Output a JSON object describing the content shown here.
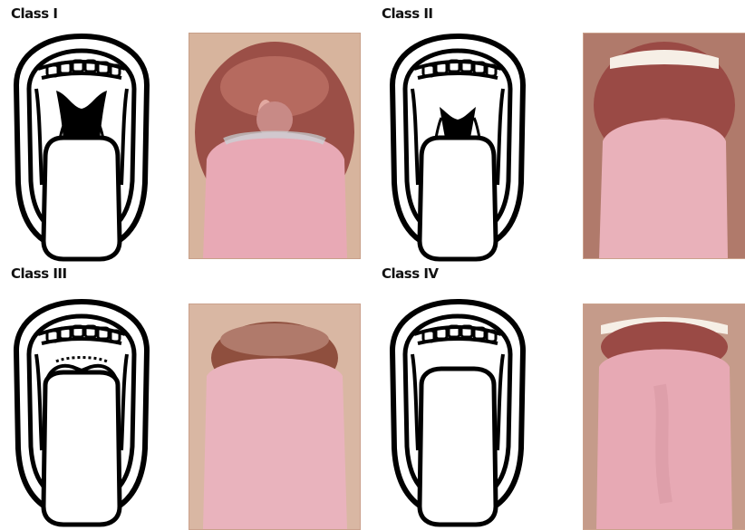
{
  "panels": [
    {
      "label": "Class I",
      "tongue_photo_tint": "#e8a9b5"
    },
    {
      "label": "Class II",
      "tongue_photo_tint": "#e9b1ba"
    },
    {
      "label": "Class III",
      "tongue_photo_tint": "#e9b3bd"
    },
    {
      "label": "Class IV",
      "tongue_photo_tint": "#e7a9b4"
    }
  ],
  "colors": {
    "outline": "#000000",
    "mouth_dark": "#7a4640",
    "skin": "#d9b7a3"
  }
}
